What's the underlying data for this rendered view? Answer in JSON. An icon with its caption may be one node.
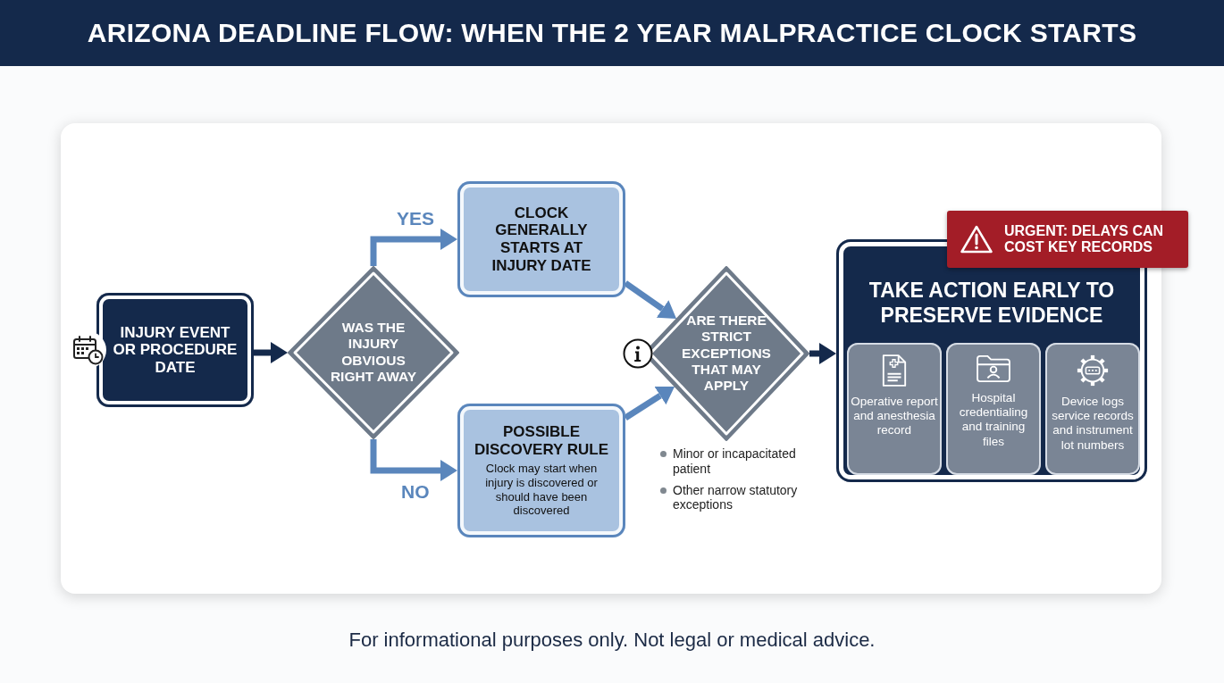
{
  "diagram": {
    "title": "ARIZONA DEADLINE FLOW: WHEN THE 2 YEAR MALPRACTICE CLOCK STARTS",
    "caption": "For informational purposes only. Not legal or medical advice.",
    "nodes": [
      {
        "text": [
          "INJURY EVENT OR PROCEDURE DATE"
        ]
      },
      {
        "text": [
          "WAS THE INJURY OBVIOUS RIGHT AWAY"
        ]
      },
      {
        "text": [
          "CLOCK GENERALLY STARTS AT INJURY DATE"
        ]
      },
      {
        "text": [
          "POSSIBLE DISCOVERY RULE",
          "Clock may start when injury is discovered or should have been discovered"
        ]
      },
      {
        "text": [
          "ARE THERE STRICT EXCEPTIONS THAT MAY APPLY"
        ],
        "beside": [
          "Minor or incapacitated patient",
          "Other narrow statutory exceptions"
        ]
      },
      {
        "text": [
          "URGENT: DELAYS CAN COST KEY RECORDS"
        ]
      },
      {
        "text": [
          "TAKE ACTION EARLY TO PRESERVE EVIDENCE"
        ]
      },
      {
        "text": [
          "Operative report and anesthesia record"
        ],
        "in": 6
      },
      {
        "text": [
          "Hospital credentialing and training files"
        ],
        "in": 6
      },
      {
        "text": [
          "Device logs service records and instrument lot numbers"
        ],
        "in": 6
      }
    ],
    "edges": [
      {
        "from": 0,
        "to": 1,
        "arrow": "to",
        "color": "#14294b"
      },
      {
        "from": 1,
        "to": 2,
        "arrow": "to",
        "label": "YES"
      },
      {
        "from": 1,
        "to": 3,
        "arrow": "to",
        "label": "NO"
      },
      {
        "from": 2,
        "to": 4,
        "arrow": "to"
      },
      {
        "from": 3,
        "to": 4,
        "arrow": "to"
      },
      {
        "from": 4,
        "to": 6,
        "arrow": "to",
        "color": "#14294b"
      }
    ]
  }
}
